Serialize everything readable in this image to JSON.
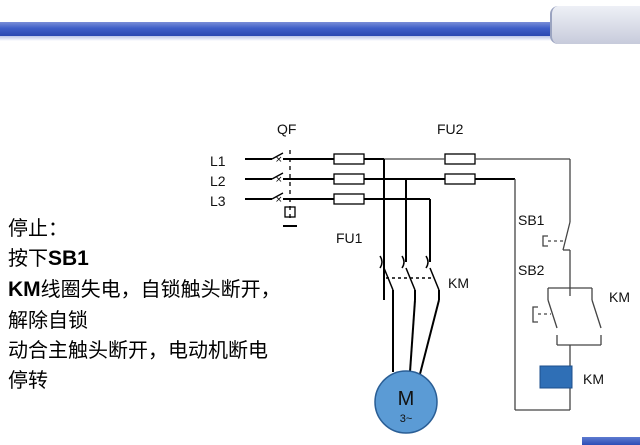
{
  "diagram": {
    "lines": [
      "L1",
      "L2",
      "L3"
    ],
    "breaker_label": "QF",
    "fuse_control_label": "FU2",
    "fuse_main_label": "FU1",
    "contactor_main_label": "KM",
    "button_stop_label": "SB1",
    "button_start_label": "SB2",
    "self_lock_label": "KM",
    "coil_label": "KM",
    "motor_label": "M",
    "motor_phase_label": "3~"
  },
  "description": {
    "line1": "停止：",
    "line2_prefix": "按下",
    "line2_bold": "SB1",
    "line3_bold": "KM",
    "line3_text": "线圈失电，自锁触头断开，",
    "line4": "解除自锁",
    "line5": "动合主触头断开，电动机断电",
    "line6": "停转"
  },
  "colors": {
    "title_bar": "#3f5fc8",
    "wire_highlight": "#000000",
    "wire_normal": "#444444",
    "motor_fill": "#5b9bd5",
    "coil_fill": "#2f6fb6"
  }
}
